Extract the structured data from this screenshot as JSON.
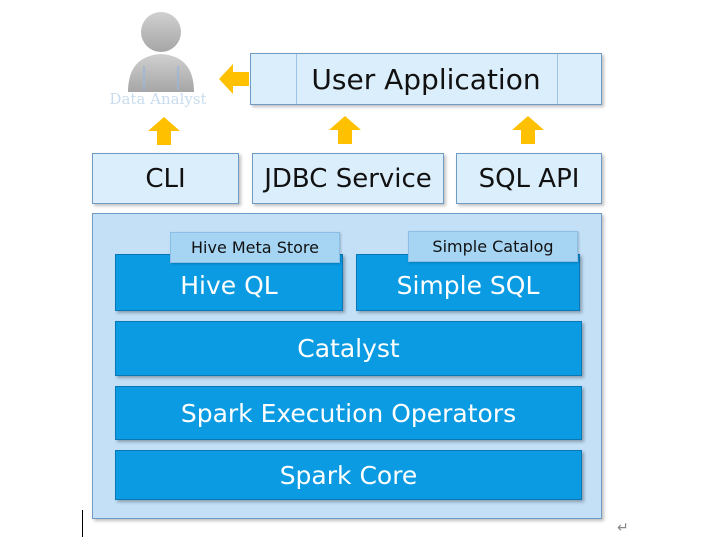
{
  "person": {
    "label": "Data Analyst"
  },
  "top": {
    "app_label": "User Application"
  },
  "interfaces": [
    {
      "label": "CLI"
    },
    {
      "label": "JDBC Service"
    },
    {
      "label": "SQL API"
    }
  ],
  "stack": {
    "hive_meta_store": "Hive Meta Store",
    "simple_catalog": "Simple Catalog",
    "hive_ql": "Hive QL",
    "simple_sql": "Simple SQL",
    "catalyst": "Catalyst",
    "execution": "Spark Execution Operators",
    "core": "Spark Core"
  },
  "colors": {
    "arrow": "#ffc000",
    "light_box": "#dbeefb",
    "blue_box": "#0a9be3",
    "tag_box": "#a6d4f3"
  },
  "marks": {
    "return_symbol": "↵"
  }
}
